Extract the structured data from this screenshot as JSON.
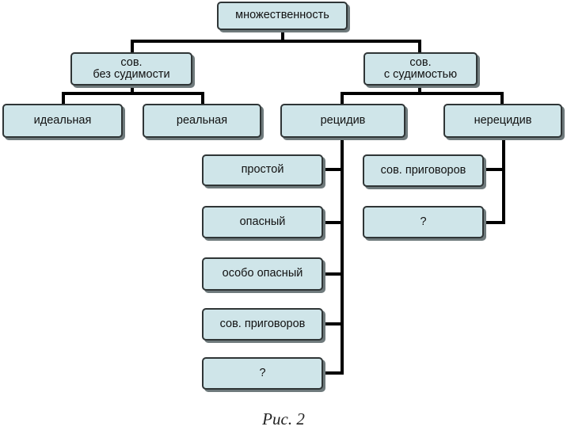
{
  "diagram": {
    "root": "множественность",
    "left_branch": "сов.\nбез судимости",
    "right_branch": "сов.\nс судимостью",
    "ideal": "идеальная",
    "real": "реальная",
    "recidive": "рецидив",
    "non_recidive": "нерецидив",
    "recidive_items": [
      "простой",
      "опасный",
      "особо опасный",
      "сов. приговоров",
      "?"
    ],
    "non_recidive_items": [
      "сов. приговоров",
      "?"
    ]
  },
  "caption": "Рис. 2"
}
